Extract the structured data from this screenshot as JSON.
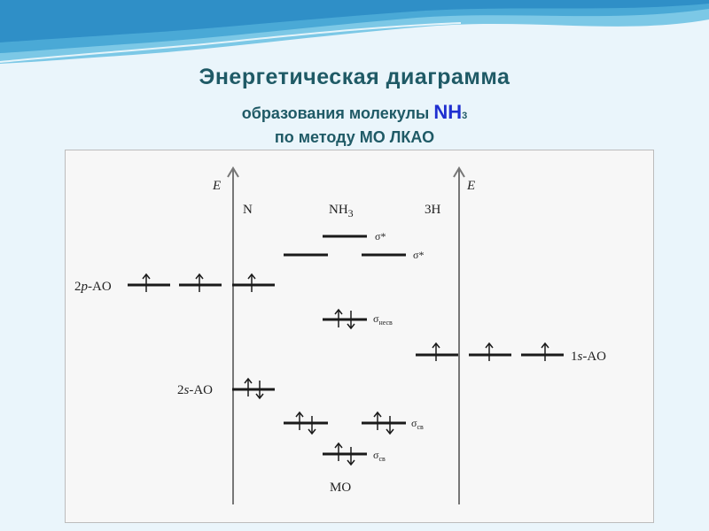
{
  "slide": {
    "title_line1": "Энергетическая диаграмма",
    "title_line2_prefix": "образования молекулы ",
    "title_line2_formula": "NH",
    "title_line2_sub": "3",
    "title_line3": "по методу МО ЛКАО"
  },
  "diagram": {
    "axis_label": "E",
    "col_n": "N",
    "col_nh3_main": "NH",
    "col_nh3_sub": "3",
    "col_3h": "3H",
    "label_2p_prefix": "2",
    "label_2p_italic": "p",
    "label_2p_suffix": "-AO",
    "label_2s_prefix": "2",
    "label_2s_italic": "s",
    "label_2s_suffix": "-AO",
    "label_1s_prefix": "1",
    "label_1s_italic": "s",
    "label_1s_suffix": "-AO",
    "sigma_star": "σ*",
    "sigma_nonbonding_main": "σ",
    "sigma_nonbonding_sub": "несв",
    "sigma_bonding_main": "σ",
    "sigma_bonding_sub": "св",
    "mo_label": "МО"
  }
}
